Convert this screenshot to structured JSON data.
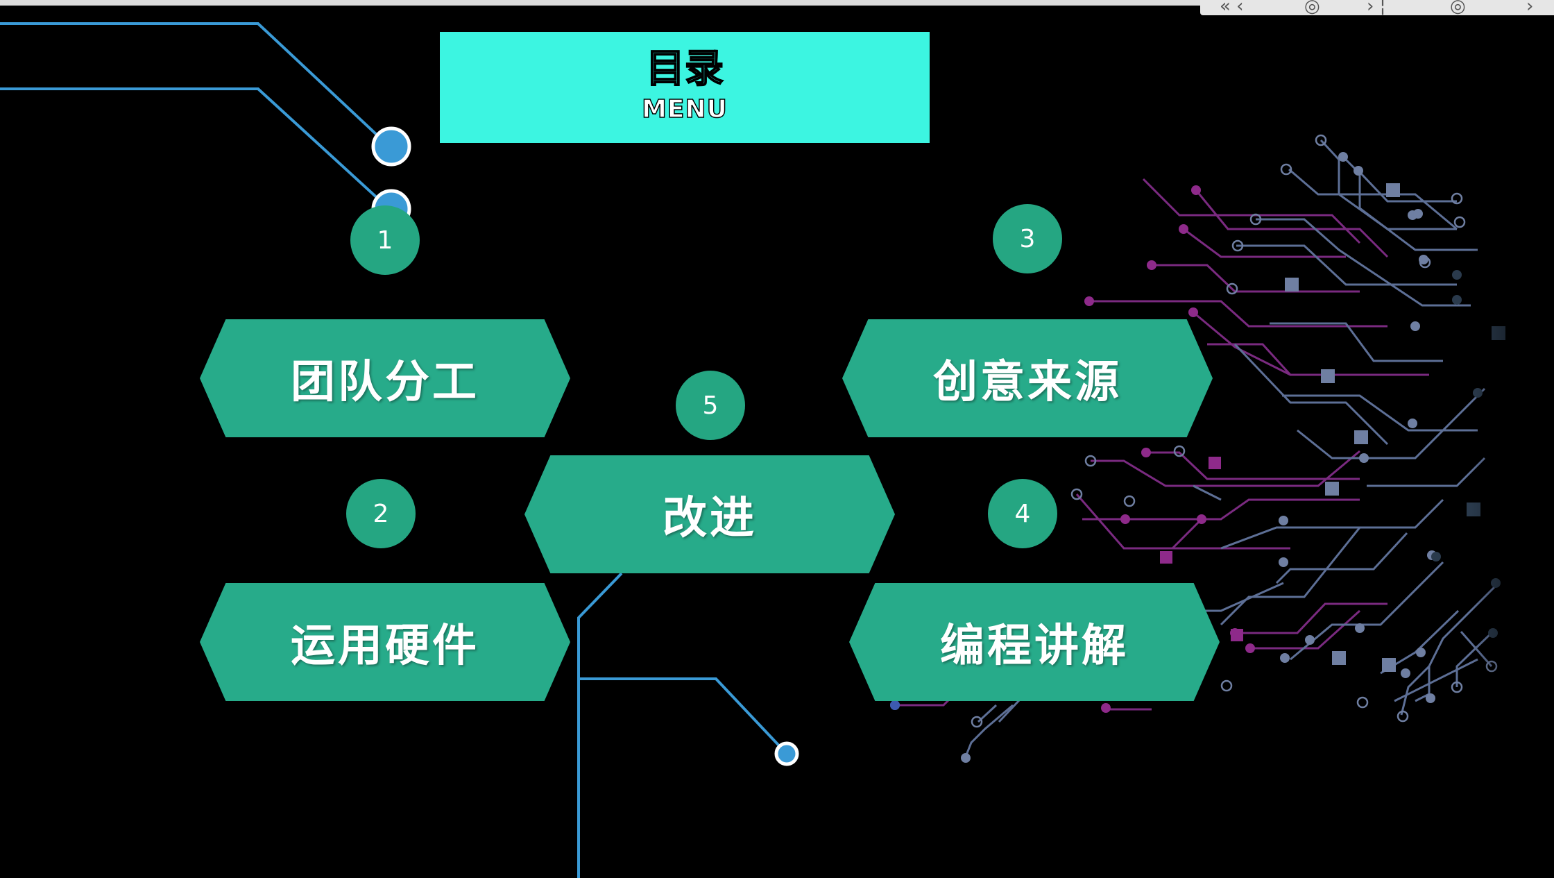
{
  "title": {
    "main": "目录",
    "sub": "MENU"
  },
  "menu": [
    {
      "number": "1",
      "label": "团队分工"
    },
    {
      "number": "2",
      "label": "运用硬件"
    },
    {
      "number": "3",
      "label": "创意来源"
    },
    {
      "number": "4",
      "label": "编程讲解"
    },
    {
      "number": "5",
      "label": "改进"
    }
  ],
  "colors": {
    "background": "#000000",
    "title_box": "#3cf5e1",
    "hex_fill": "#27ab8a",
    "number_fill": "#25a682",
    "line_blue": "#3a9ad6",
    "circuit_magenta": "#8e2a8a",
    "circuit_steel": "#6b7fa8"
  },
  "icons": {
    "circuit_decoration": "circuit-board-graphic",
    "connector_node": "circle-node"
  }
}
